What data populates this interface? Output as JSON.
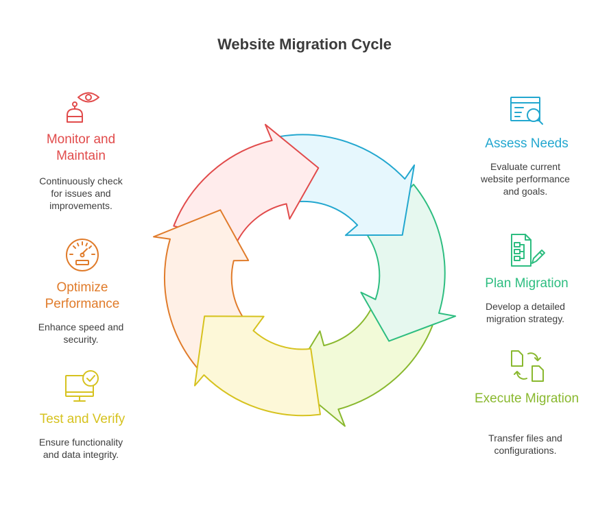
{
  "title": "Website Migration Cycle",
  "colors": {
    "assess": "#22a7cf",
    "plan": "#2dbd80",
    "execute": "#89b82e",
    "test": "#d6c21e",
    "optimize": "#e07b2a",
    "monitor": "#e14b4b"
  },
  "steps": {
    "assess": {
      "title": "Assess Needs",
      "desc": "Evaluate current website performance and goals.",
      "icon": "report-search-icon"
    },
    "plan": {
      "title": "Plan Migration",
      "desc": "Develop a detailed migration strategy.",
      "icon": "flowchart-edit-icon"
    },
    "execute": {
      "title": "Execute Migration",
      "desc": "Transfer files and configurations.",
      "icon": "file-transfer-icon"
    },
    "test": {
      "title": "Test and Verify",
      "desc": "Ensure functionality and data integrity.",
      "icon": "monitor-check-icon"
    },
    "optimize": {
      "title": "Optimize Performance",
      "desc": "Enhance speed and security.",
      "icon": "speedometer-icon"
    },
    "monitor": {
      "title": "Monitor and Maintain",
      "desc": "Continuously check for issues and improvements.",
      "icon": "robot-eye-icon"
    }
  }
}
